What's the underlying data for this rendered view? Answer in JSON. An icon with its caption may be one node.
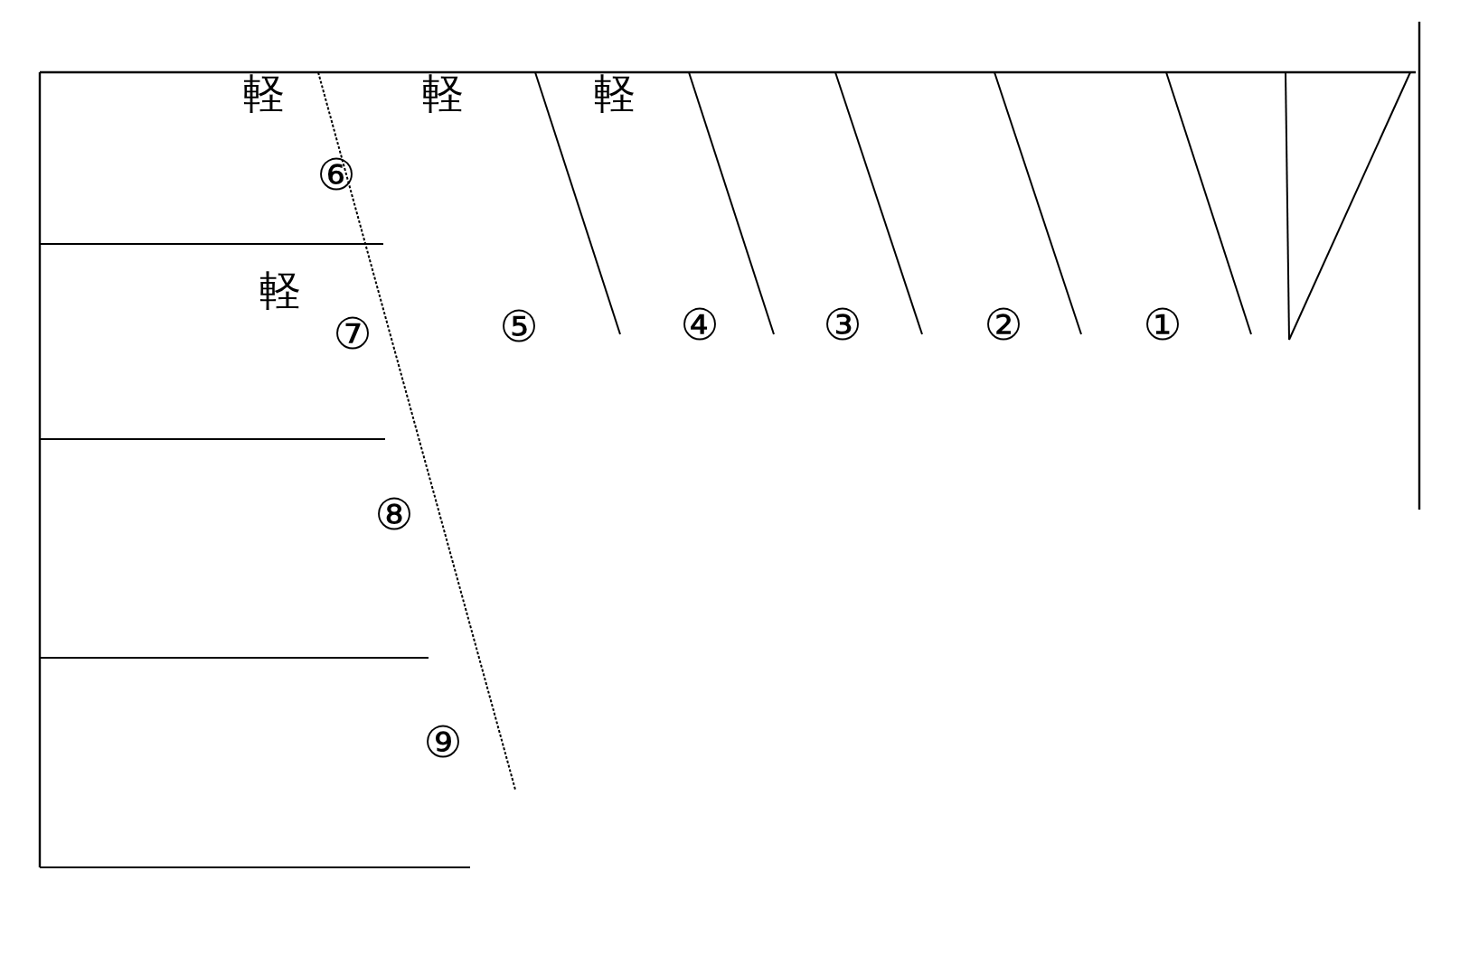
{
  "diagram": {
    "labels": [
      "軽",
      "軽",
      "軽",
      "⑥",
      "軽",
      "⑦",
      "⑤",
      "④",
      "③",
      "②",
      "①",
      "⑧",
      "⑨"
    ]
  }
}
